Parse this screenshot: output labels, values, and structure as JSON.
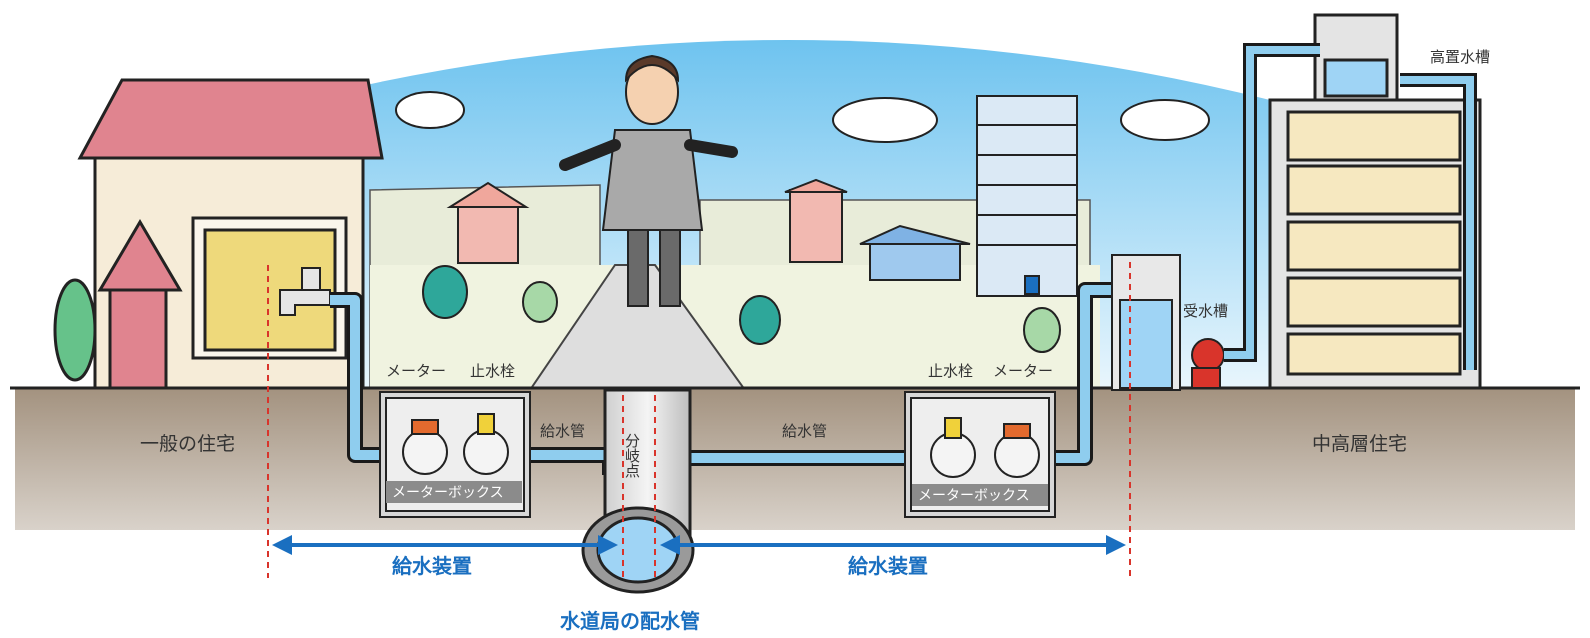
{
  "labels": {
    "meter_left": "メーター",
    "stopcock_left": "止水栓",
    "stopcock_right": "止水栓",
    "meter_right": "メーター",
    "supply_pipe_left": "給水管",
    "supply_pipe_right": "給水管",
    "branch_point": "分岐点",
    "meter_box_left": "メーターボックス",
    "meter_box_right": "メーターボックス",
    "house": "一般の住宅",
    "apartment": "中高層住宅",
    "receiving_tank": "受水槽",
    "elevated_tank": "高置水槽",
    "supply_device_left": "給水装置",
    "supply_device_right": "給水装置",
    "distribution_main": "水道局の配水管"
  },
  "colors": {
    "sky": "#9fd4f5",
    "ground": "#a8998a",
    "pipe": "#8fcdee",
    "accent_blue": "#1a6fc0",
    "boundary_red": "#d9342b",
    "roof": "#e0848f"
  }
}
